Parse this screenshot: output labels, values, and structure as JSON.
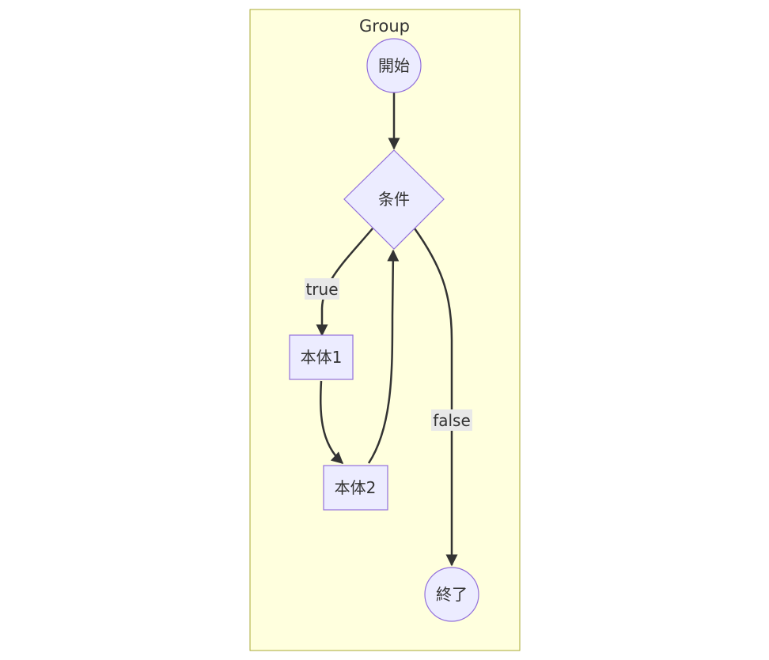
{
  "group": {
    "label": "Group"
  },
  "nodes": {
    "start": {
      "label": "開始",
      "shape": "circle"
    },
    "cond": {
      "label": "条件",
      "shape": "diamond"
    },
    "body1": {
      "label": "本体1",
      "shape": "rect"
    },
    "body2": {
      "label": "本体2",
      "shape": "rect"
    },
    "end": {
      "label": "終了",
      "shape": "circle"
    }
  },
  "edges": [
    {
      "from": "start",
      "to": "cond",
      "label": ""
    },
    {
      "from": "cond",
      "to": "body1",
      "label": "true"
    },
    {
      "from": "body1",
      "to": "body2",
      "label": ""
    },
    {
      "from": "body2",
      "to": "cond",
      "label": ""
    },
    {
      "from": "cond",
      "to": "end",
      "label": "false"
    }
  ],
  "colors": {
    "group_fill": "#ffffde",
    "group_stroke": "#aaaa33",
    "node_fill": "#ececff",
    "node_stroke": "#9370db",
    "edge": "#333333",
    "label_bg": "#e8e8e8",
    "text": "#333333"
  }
}
